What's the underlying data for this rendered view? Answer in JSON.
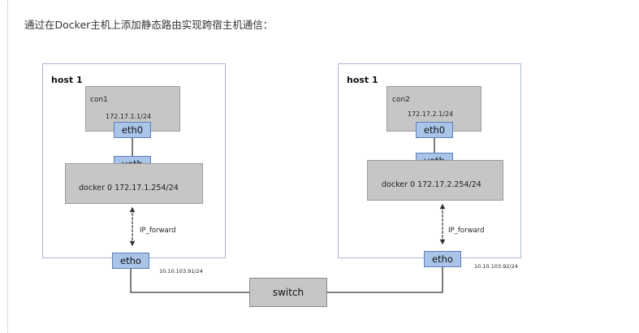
{
  "heading": "通过在Docker主机上添加静态路由实现跨宿主机通信：",
  "hosts": [
    {
      "label": "host 1",
      "container_name": "con1",
      "container_ip": "172.17.1.1/24",
      "container_nic": "eth0",
      "veth": "veth",
      "bridge": "docker 0   172.17.1.254/24",
      "forward": "IP_forward",
      "nic": "etho",
      "nic_ip": "10.10.103.91/24"
    },
    {
      "label": "host 1",
      "container_name": "con2",
      "container_ip": "172.17.2.1/24",
      "container_nic": "eth0",
      "veth": "veth",
      "bridge": "docker 0   172.17.2.254/24",
      "forward": "IP_forward",
      "nic": "etho",
      "nic_ip": "10.10.103.92/24"
    }
  ],
  "switch": "switch",
  "colors": {
    "host_border": "#aab6d4",
    "box_gray": "#c6c6c6",
    "nic_blue": "#a9c4e8",
    "nic_border": "#5b80b8"
  }
}
